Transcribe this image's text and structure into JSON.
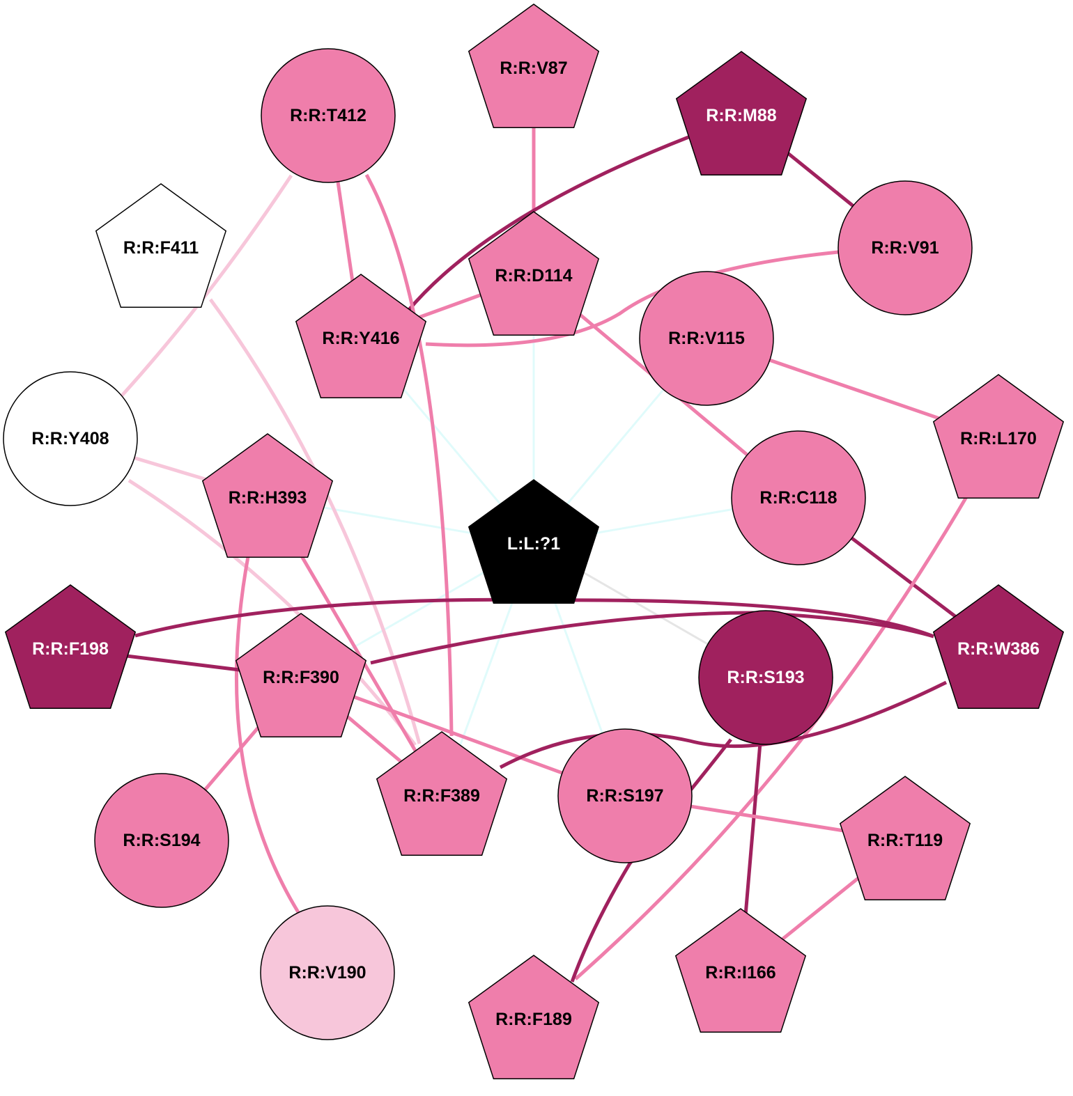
{
  "colors": {
    "ligand": "#000000",
    "dark": "#a0215e",
    "medium": "#ef7eab",
    "light": "#f7c6da",
    "white": "#ffffff",
    "ligand_contact": "#e0fbfb",
    "grey_contact": "#e5e5e5"
  },
  "nodes": [
    {
      "id": "V87",
      "label": "R:R:V87",
      "shape": "pentagon",
      "fill": "medium"
    },
    {
      "id": "M88",
      "label": "R:R:M88",
      "shape": "pentagon",
      "fill": "dark"
    },
    {
      "id": "T412",
      "label": "R:R:T412",
      "shape": "circle",
      "fill": "medium"
    },
    {
      "id": "F411",
      "label": "R:R:F411",
      "shape": "pentagon",
      "fill": "white"
    },
    {
      "id": "V91",
      "label": "R:R:V91",
      "shape": "circle",
      "fill": "medium"
    },
    {
      "id": "D114",
      "label": "R:R:D114",
      "shape": "pentagon",
      "fill": "medium"
    },
    {
      "id": "Y416",
      "label": "R:R:Y416",
      "shape": "pentagon",
      "fill": "medium"
    },
    {
      "id": "V115",
      "label": "R:R:V115",
      "shape": "circle",
      "fill": "medium"
    },
    {
      "id": "Y408",
      "label": "R:R:Y408",
      "shape": "circle",
      "fill": "white"
    },
    {
      "id": "L170",
      "label": "R:R:L170",
      "shape": "pentagon",
      "fill": "medium"
    },
    {
      "id": "H393",
      "label": "R:R:H393",
      "shape": "pentagon",
      "fill": "medium"
    },
    {
      "id": "C118",
      "label": "R:R:C118",
      "shape": "circle",
      "fill": "medium"
    },
    {
      "id": "L1",
      "label": "L:L:?1",
      "shape": "pentagon",
      "fill": "ligand"
    },
    {
      "id": "F198",
      "label": "R:R:F198",
      "shape": "pentagon",
      "fill": "dark"
    },
    {
      "id": "W386",
      "label": "R:R:W386",
      "shape": "pentagon",
      "fill": "dark"
    },
    {
      "id": "F390",
      "label": "R:R:F390",
      "shape": "pentagon",
      "fill": "medium"
    },
    {
      "id": "S193",
      "label": "R:R:S193",
      "shape": "circle",
      "fill": "dark"
    },
    {
      "id": "F389",
      "label": "R:R:F389",
      "shape": "pentagon",
      "fill": "medium"
    },
    {
      "id": "S197",
      "label": "R:R:S197",
      "shape": "circle",
      "fill": "medium"
    },
    {
      "id": "S194",
      "label": "R:R:S194",
      "shape": "circle",
      "fill": "medium"
    },
    {
      "id": "T119",
      "label": "R:R:T119",
      "shape": "pentagon",
      "fill": "medium"
    },
    {
      "id": "V190",
      "label": "R:R:V190",
      "shape": "circle",
      "fill": "light"
    },
    {
      "id": "I166",
      "label": "R:R:I166",
      "shape": "pentagon",
      "fill": "medium"
    },
    {
      "id": "F189",
      "label": "R:R:F189",
      "shape": "pentagon",
      "fill": "medium"
    }
  ],
  "edges": [
    {
      "from": "L1",
      "to": "D114",
      "color": "ligand_contact"
    },
    {
      "from": "L1",
      "to": "Y416",
      "color": "ligand_contact"
    },
    {
      "from": "L1",
      "to": "V115",
      "color": "ligand_contact"
    },
    {
      "from": "L1",
      "to": "H393",
      "color": "ligand_contact"
    },
    {
      "from": "L1",
      "to": "C118",
      "color": "ligand_contact"
    },
    {
      "from": "L1",
      "to": "F390",
      "color": "ligand_contact"
    },
    {
      "from": "L1",
      "to": "F389",
      "color": "ligand_contact"
    },
    {
      "from": "L1",
      "to": "S197",
      "color": "ligand_contact"
    },
    {
      "from": "L1",
      "to": "S193",
      "color": "grey_contact"
    },
    {
      "from": "V87",
      "to": "D114",
      "color": "medium"
    },
    {
      "from": "M88",
      "to": "V91",
      "color": "dark"
    },
    {
      "from": "M88",
      "to": "Y416",
      "color": "dark",
      "curve": "m88y416"
    },
    {
      "from": "T412",
      "to": "Y416",
      "color": "medium"
    },
    {
      "from": "T412",
      "to": "F389",
      "color": "medium",
      "curve": "t412f389"
    },
    {
      "from": "T412",
      "to": "Y408",
      "color": "light",
      "curve": "t412y408"
    },
    {
      "from": "F411",
      "to": "F389",
      "color": "light",
      "curve": "f411f389"
    },
    {
      "from": "D114",
      "to": "Y416",
      "color": "medium"
    },
    {
      "from": "D114",
      "to": "C118",
      "color": "medium"
    },
    {
      "from": "V91",
      "to": "Y416",
      "color": "medium",
      "curve": "v91y416"
    },
    {
      "from": "V115",
      "to": "L170",
      "color": "medium"
    },
    {
      "from": "Y408",
      "to": "H393",
      "color": "light"
    },
    {
      "from": "Y408",
      "to": "F389",
      "color": "light",
      "curve": "y408f389"
    },
    {
      "from": "H393",
      "to": "F389",
      "color": "medium"
    },
    {
      "from": "H393",
      "to": "V190",
      "color": "medium",
      "curve": "h393v190"
    },
    {
      "from": "C118",
      "to": "W386",
      "color": "dark"
    },
    {
      "from": "L170",
      "to": "F189",
      "color": "medium",
      "curve": "l170f189"
    },
    {
      "from": "F198",
      "to": "W386",
      "color": "dark",
      "curve": "f198w386"
    },
    {
      "from": "F198",
      "to": "F390",
      "color": "dark"
    },
    {
      "from": "F390",
      "to": "W386",
      "color": "dark",
      "curve": "f390w386"
    },
    {
      "from": "F390",
      "to": "F389",
      "color": "medium"
    },
    {
      "from": "F390",
      "to": "S197",
      "color": "medium"
    },
    {
      "from": "F390",
      "to": "S194",
      "color": "medium"
    },
    {
      "from": "F389",
      "to": "W386",
      "color": "dark",
      "curve": "f389w386"
    },
    {
      "from": "S193",
      "to": "I166",
      "color": "dark"
    },
    {
      "from": "S193",
      "to": "F189",
      "color": "dark",
      "curve": "s193f189"
    },
    {
      "from": "S197",
      "to": "T119",
      "color": "medium"
    },
    {
      "from": "T119",
      "to": "I166",
      "color": "medium"
    }
  ]
}
